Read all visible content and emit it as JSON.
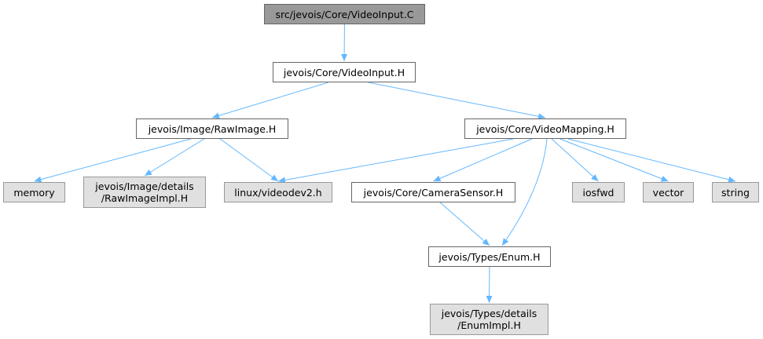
{
  "graph": {
    "colors": {
      "edge": "#63b8ff",
      "root_fill": "#999999",
      "header_fill": "#ffffff",
      "external_fill": "#e0e0e0",
      "border": "#666666"
    },
    "nodes": {
      "root": {
        "lines": [
          "src/jevois/Core/VideoInput.C"
        ],
        "kind": "root"
      },
      "videoinput_h": {
        "lines": [
          "jevois/Core/VideoInput.H"
        ],
        "kind": "header"
      },
      "rawimage_h": {
        "lines": [
          "jevois/Image/RawImage.H"
        ],
        "kind": "header"
      },
      "videomapping_h": {
        "lines": [
          "jevois/Core/VideoMapping.H"
        ],
        "kind": "header"
      },
      "memory": {
        "lines": [
          "memory"
        ],
        "kind": "external"
      },
      "rawimageimpl": {
        "lines": [
          "jevois/Image/details",
          "/RawImageImpl.H"
        ],
        "kind": "external"
      },
      "videodev2": {
        "lines": [
          "linux/videodev2.h"
        ],
        "kind": "external"
      },
      "camerasensor": {
        "lines": [
          "jevois/Core/CameraSensor.H"
        ],
        "kind": "header"
      },
      "iosfwd": {
        "lines": [
          "iosfwd"
        ],
        "kind": "external"
      },
      "vector": {
        "lines": [
          "vector"
        ],
        "kind": "external"
      },
      "string": {
        "lines": [
          "string"
        ],
        "kind": "external"
      },
      "enum_h": {
        "lines": [
          "jevois/Types/Enum.H"
        ],
        "kind": "header"
      },
      "enumimpl": {
        "lines": [
          "jevois/Types/details",
          "/EnumImpl.H"
        ],
        "kind": "external"
      }
    },
    "edges": [
      [
        "root",
        "videoinput_h"
      ],
      [
        "videoinput_h",
        "rawimage_h"
      ],
      [
        "videoinput_h",
        "videomapping_h"
      ],
      [
        "rawimage_h",
        "memory"
      ],
      [
        "rawimage_h",
        "rawimageimpl"
      ],
      [
        "rawimage_h",
        "videodev2"
      ],
      [
        "videomapping_h",
        "videodev2"
      ],
      [
        "videomapping_h",
        "camerasensor"
      ],
      [
        "videomapping_h",
        "enum_h"
      ],
      [
        "videomapping_h",
        "iosfwd"
      ],
      [
        "videomapping_h",
        "vector"
      ],
      [
        "videomapping_h",
        "string"
      ],
      [
        "camerasensor",
        "enum_h"
      ],
      [
        "enum_h",
        "enumimpl"
      ]
    ]
  }
}
